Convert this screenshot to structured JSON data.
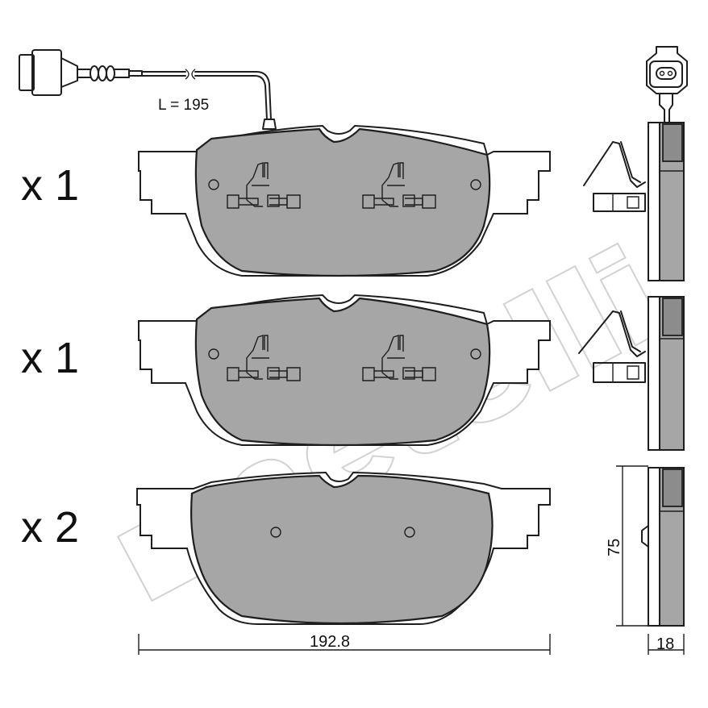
{
  "watermark": "metelli",
  "wire_length_label": "L = 195",
  "quantities": [
    "x 1",
    "x 1",
    "x 2"
  ],
  "dimensions": {
    "width": "192.8",
    "height": "75",
    "thickness": "18"
  },
  "icons": [
    "sensor-connector-icon",
    "brake-pad-icon",
    "anti-rattle-clip-icon"
  ]
}
